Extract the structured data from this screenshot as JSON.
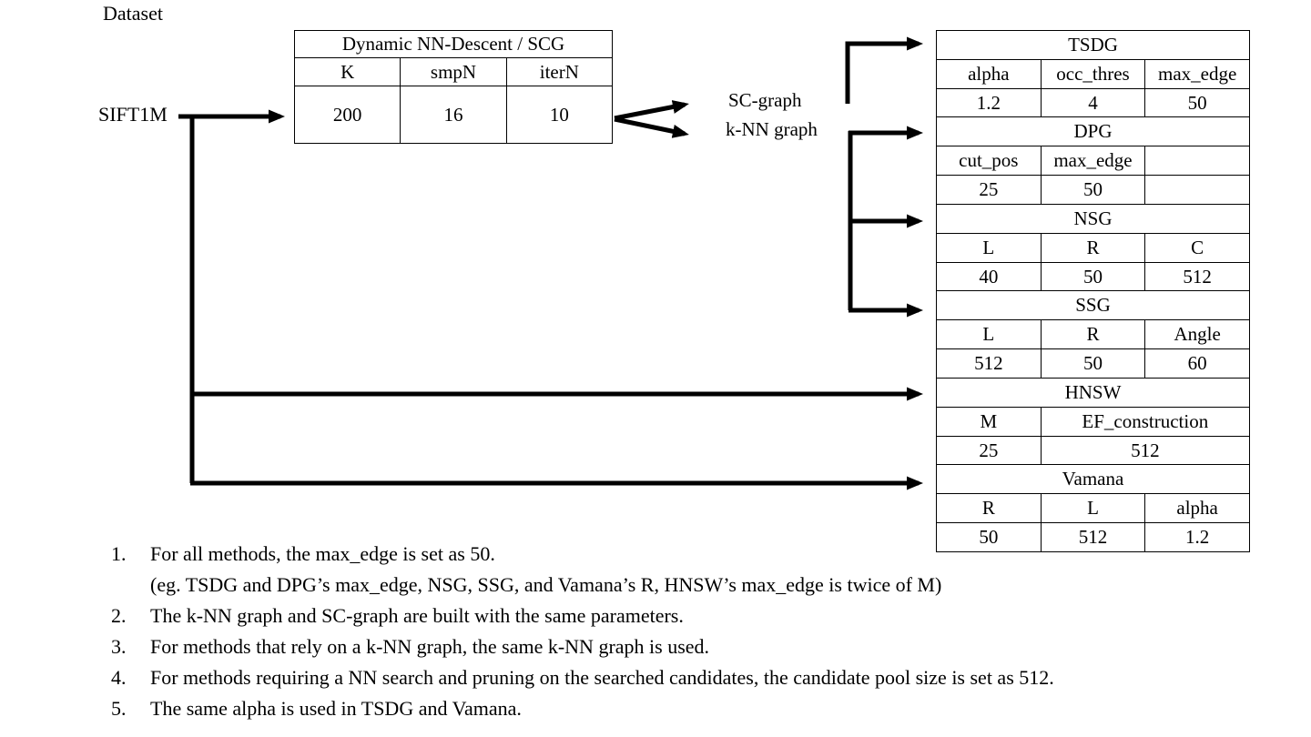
{
  "diagram": {
    "dataset_label": "Dataset",
    "dataset_name": "SIFT1M",
    "sc_graph_label": "SC-graph",
    "knn_graph_label": "k-NN graph",
    "line_color": "#000000"
  },
  "build_table": {
    "title": "Dynamic NN-Descent / SCG",
    "headers": [
      "K",
      "smpN",
      "iterN"
    ],
    "values": [
      "200",
      "16",
      "10"
    ]
  },
  "method_tables": [
    {
      "title": "TSDG",
      "headers": [
        "alpha",
        "occ_thres",
        "max_edge"
      ],
      "values": [
        "1.2",
        "4",
        "50"
      ]
    },
    {
      "title": "DPG",
      "headers": [
        "cut_pos",
        "max_edge",
        ""
      ],
      "values": [
        "25",
        "50",
        ""
      ]
    },
    {
      "title": "NSG",
      "headers": [
        "L",
        "R",
        "C"
      ],
      "values": [
        "40",
        "50",
        "512"
      ]
    },
    {
      "title": "SSG",
      "headers": [
        "L",
        "R",
        "Angle"
      ],
      "values": [
        "512",
        "50",
        "60"
      ]
    },
    {
      "title": "HNSW",
      "headers": [
        "M",
        "EF_construction"
      ],
      "values": [
        "25",
        "512"
      ]
    },
    {
      "title": "Vamana",
      "headers": [
        "R",
        "L",
        "alpha"
      ],
      "values": [
        "50",
        "512",
        "1.2"
      ]
    }
  ],
  "notes": [
    {
      "num": "1.",
      "lines": [
        "For all methods, the max_edge is set as 50.",
        "(eg. TSDG and DPG’s max_edge, NSG, SSG, and Vamana’s R, HNSW’s max_edge is twice of M)"
      ]
    },
    {
      "num": "2.",
      "lines": [
        "The k-NN graph and SC-graph are built with the same parameters."
      ]
    },
    {
      "num": "3.",
      "lines": [
        "For methods that rely on a k-NN graph, the same k-NN graph is used."
      ]
    },
    {
      "num": "4.",
      "lines": [
        "For methods requiring a NN search and pruning on the searched candidates, the candidate pool size is set as 512."
      ]
    },
    {
      "num": "5.",
      "lines": [
        "The same alpha is used in TSDG and Vamana."
      ]
    }
  ]
}
